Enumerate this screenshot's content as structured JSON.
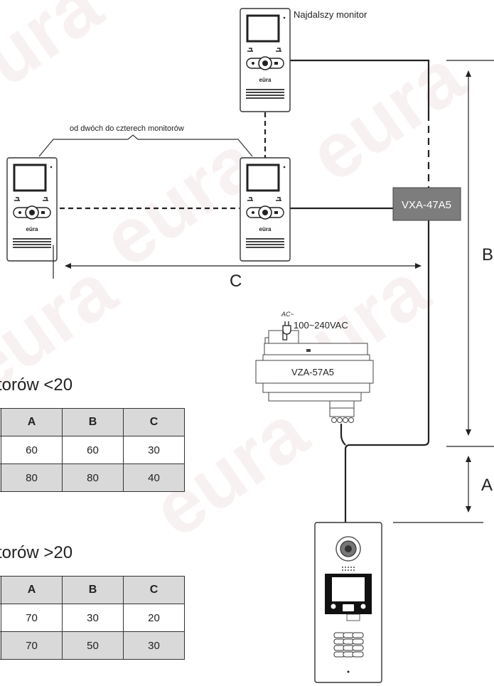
{
  "monitor_labels": {
    "farthest": "Najdalszy monitor",
    "group": "od dwóch do czterech monitorów"
  },
  "monitor_brand": "eüra",
  "devices": {
    "distributor": "VXA-47A5",
    "power_supply": "VZA-57A5",
    "ac_symbol": "AC~",
    "ac_voltage": "100~240VAC"
  },
  "dimensions": {
    "a": "A",
    "b": "B",
    "c": "C"
  },
  "tables": [
    {
      "title": "torów <20",
      "headers": [
        "A",
        "B",
        "C"
      ],
      "rows": [
        [
          "60",
          "60",
          "30"
        ],
        [
          "80",
          "80",
          "40"
        ]
      ]
    },
    {
      "title": "torów >20",
      "headers": [
        "A",
        "B",
        "C"
      ],
      "rows": [
        [
          "70",
          "30",
          "20"
        ],
        [
          "70",
          "50",
          "30"
        ]
      ]
    }
  ],
  "watermark": "eura"
}
